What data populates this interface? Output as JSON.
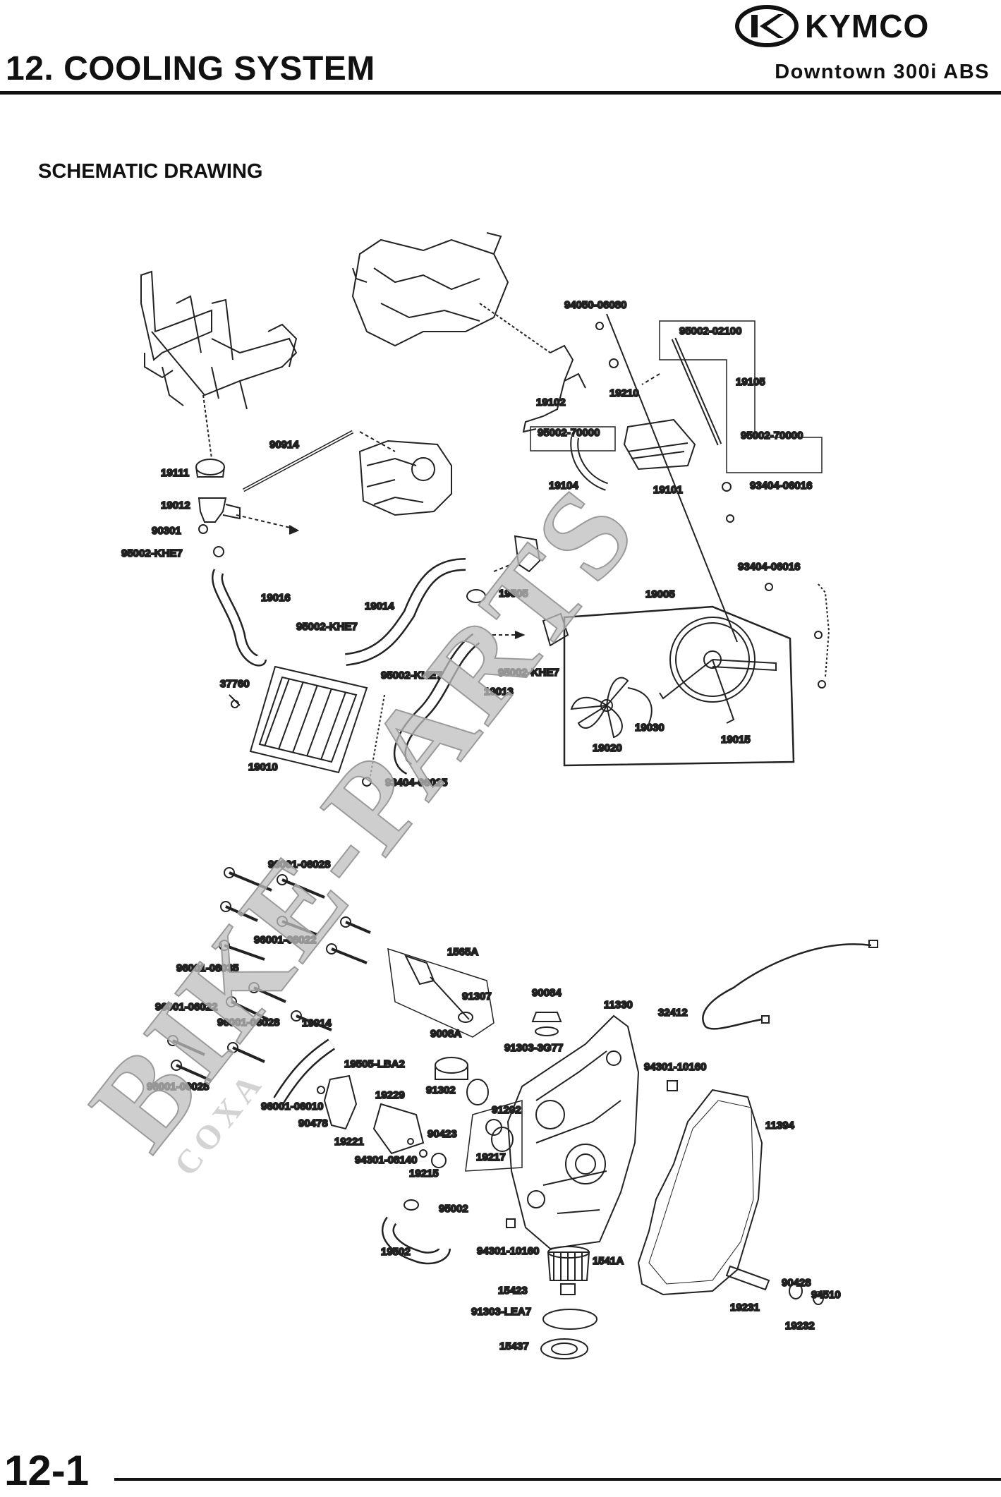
{
  "header": {
    "brand": "KYMCO",
    "chapter_title": "12. COOLING SYSTEM",
    "model": "Downtown 300i ABS"
  },
  "section_title": "SCHEMATIC DRAWING",
  "upper_parts": [
    "94050-06080",
    "95002-02100",
    "19105",
    "19102",
    "19210",
    "95002-70000",
    "95002-70000",
    "19104",
    "19101",
    "93404-06016",
    "90914",
    "19111",
    "19012",
    "90301",
    "95002-KHE7",
    "19016",
    "19014",
    "19505",
    "19005",
    "93404-06016",
    "95002-KHE7",
    "95002-KHE7",
    "95002-KHE7",
    "37760",
    "19013",
    "19030",
    "19015",
    "19020",
    "19010",
    "93404-06025"
  ],
  "lower_parts": [
    "96001-06028",
    "96001-06022",
    "96001-06035",
    "96001-06022",
    "96001-06028",
    "96001-06028",
    "1565A",
    "91307",
    "90084",
    "11330",
    "32412",
    "9008A",
    "91303-3G77",
    "19014",
    "19505-LBA2",
    "91302",
    "94301-10160",
    "19229",
    "96001-06010",
    "90478",
    "91202",
    "19221",
    "90423",
    "19217",
    "11394",
    "94301-08140",
    "19215",
    "95002",
    "19502",
    "94301-10160",
    "1541A",
    "90428",
    "94510",
    "15423",
    "19231",
    "19232",
    "91303-LEA7",
    "15437"
  ],
  "watermark": {
    "main": "BIKE-PARTS",
    "sub": "COXA"
  },
  "footer": {
    "page_number": "12-1"
  }
}
